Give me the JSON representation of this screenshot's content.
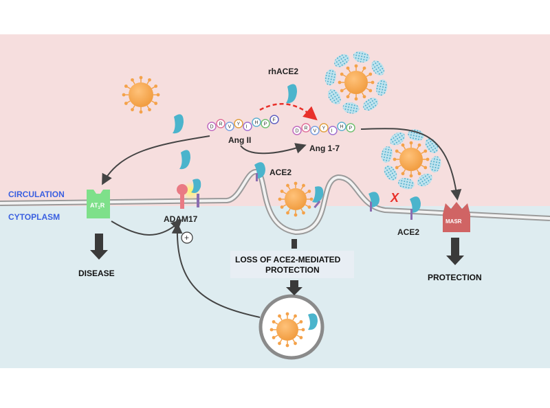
{
  "labels": {
    "circulation": "CIRCULATION",
    "cytoplasm": "CYTOPLASM",
    "rhace2": "rhACE2",
    "ang_ii": "Ang II",
    "ang_1_7": "Ang 1-7",
    "ace2_top": "ACE2",
    "ace2_right": "ACE2",
    "adam17": "ADAM17",
    "at1r_main": "AT",
    "at1r_sub": "1",
    "at1r_end": "R",
    "masr": "MASR",
    "plus": "+",
    "x_mark": "X",
    "disease": "DISEASE",
    "protection": "PROTECTION",
    "loss_line1": "LOSS OF ACE2-MEDIATED",
    "loss_line2": "PROTECTION"
  },
  "peptides": {
    "ang_ii": [
      "D",
      "R",
      "V",
      "Y",
      "I",
      "H",
      "P",
      "F"
    ],
    "ang_1_7": [
      "D",
      "R",
      "V",
      "Y",
      "I",
      "H",
      "P"
    ]
  },
  "colors": {
    "circulation_bg": "#f6dede",
    "cytoplasm_bg": "#deecf0",
    "virus": "#f4a24a",
    "ace2": "#4bb4cc",
    "at1r": "#7ee08a",
    "masr": "#d06464",
    "adam17": "#e97a84",
    "arrow_red": "#e8302a",
    "label_blue": "#3a5fe0"
  }
}
